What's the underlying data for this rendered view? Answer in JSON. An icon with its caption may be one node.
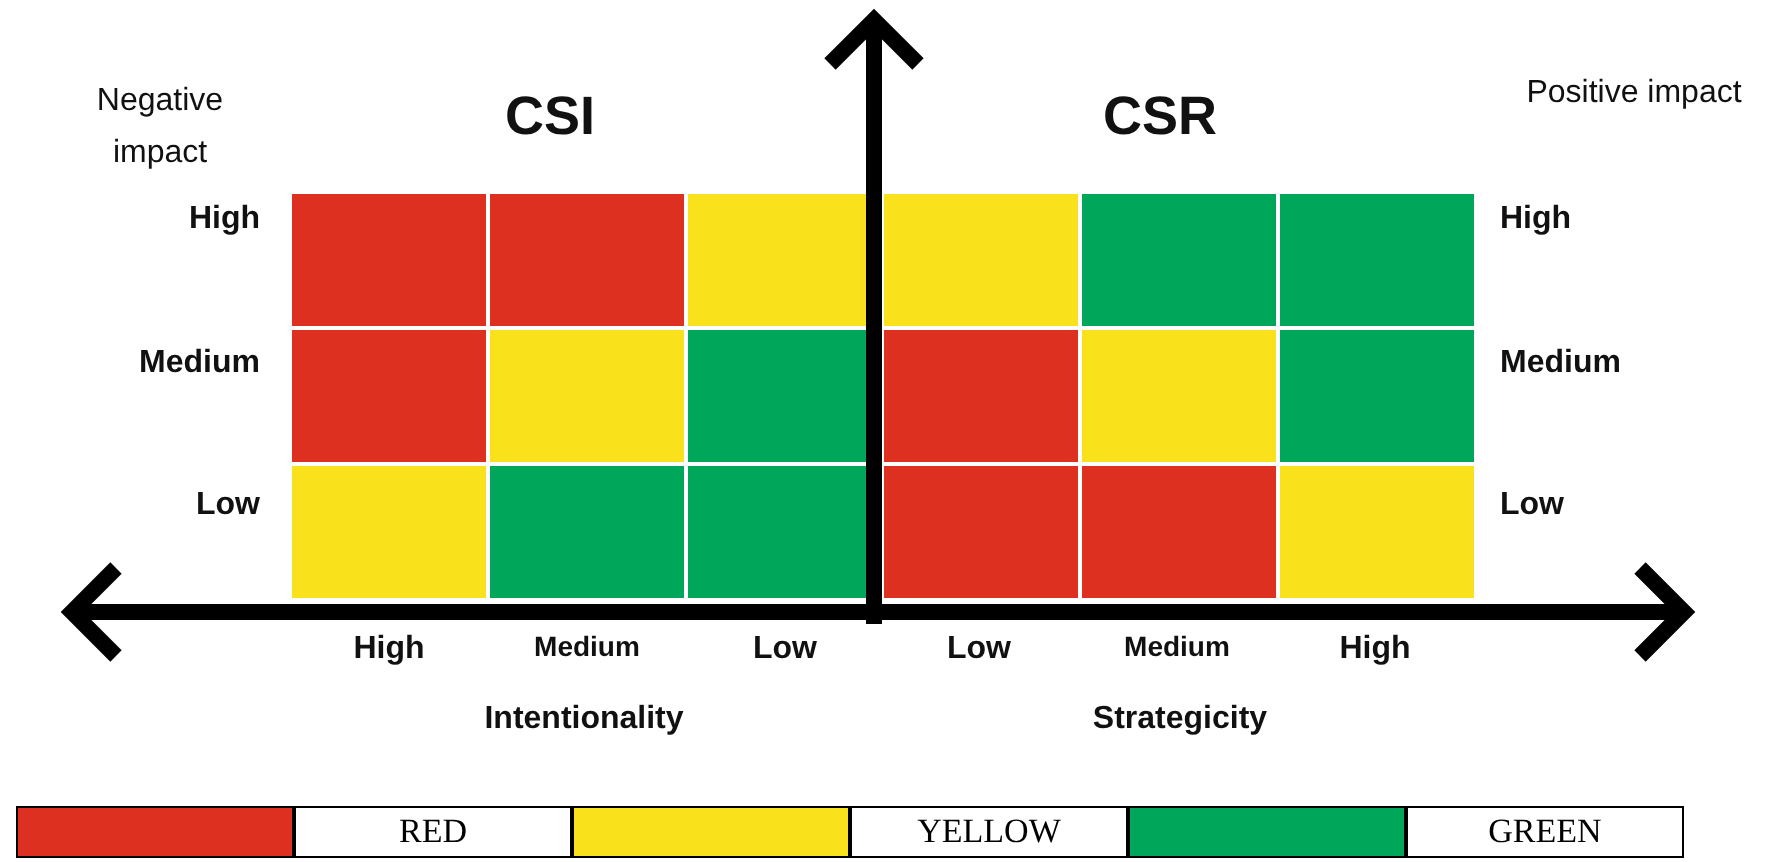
{
  "diagram": {
    "labels": [
      "Negative impact",
      "CSI",
      "CSR",
      "Positive impact",
      "High",
      "High",
      "Medium",
      "Medium",
      "Low",
      "Low",
      "High",
      "Medium",
      "Low",
      "Low",
      "Medium",
      "High",
      "Intentionality",
      "Strategicity"
    ],
    "legend": [
      {
        "text": "RED",
        "color": "#de3020"
      },
      {
        "text": "YELLOW",
        "color": "#f9e21b"
      },
      {
        "text": "GREEN",
        "color": "#00a65a"
      }
    ]
  }
}
